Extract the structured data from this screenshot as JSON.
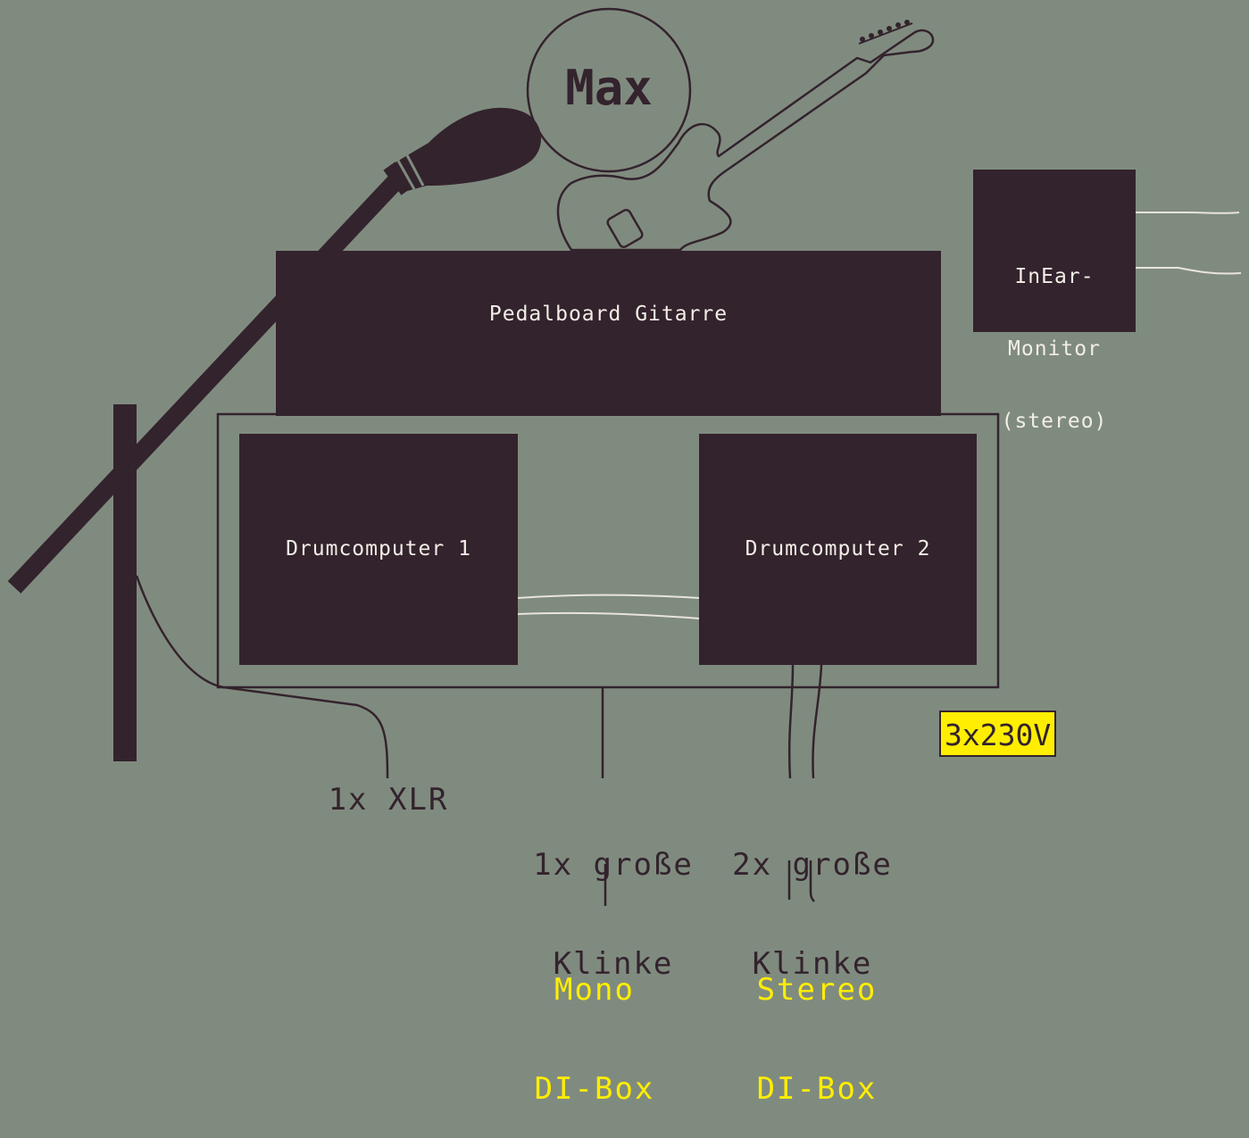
{
  "person": {
    "name": "Max"
  },
  "equipment": {
    "pedalboard": "Pedalboard Gitarre",
    "drum1": "Drumcomputer 1",
    "drum2": "Drumcomputer 2",
    "inear_line1": "InEar-",
    "inear_line2": "Monitor",
    "inear_line3": "(stereo)"
  },
  "power": {
    "label": "3x230V"
  },
  "connections": {
    "xlr": "1x XLR",
    "mono_line1": "1x große",
    "mono_line2": "Klinke",
    "stereo_line1": "2x große",
    "stereo_line2": "Klinke"
  },
  "di_boxes": {
    "mono_line1": "Mono",
    "mono_line2": "DI-Box",
    "stereo_line1": "Stereo",
    "stereo_line2": "DI-Box"
  },
  "colors": {
    "background": "#808b7f",
    "dark": "#33232d",
    "light_text": "#f2eee6",
    "accent": "#ffee00"
  }
}
